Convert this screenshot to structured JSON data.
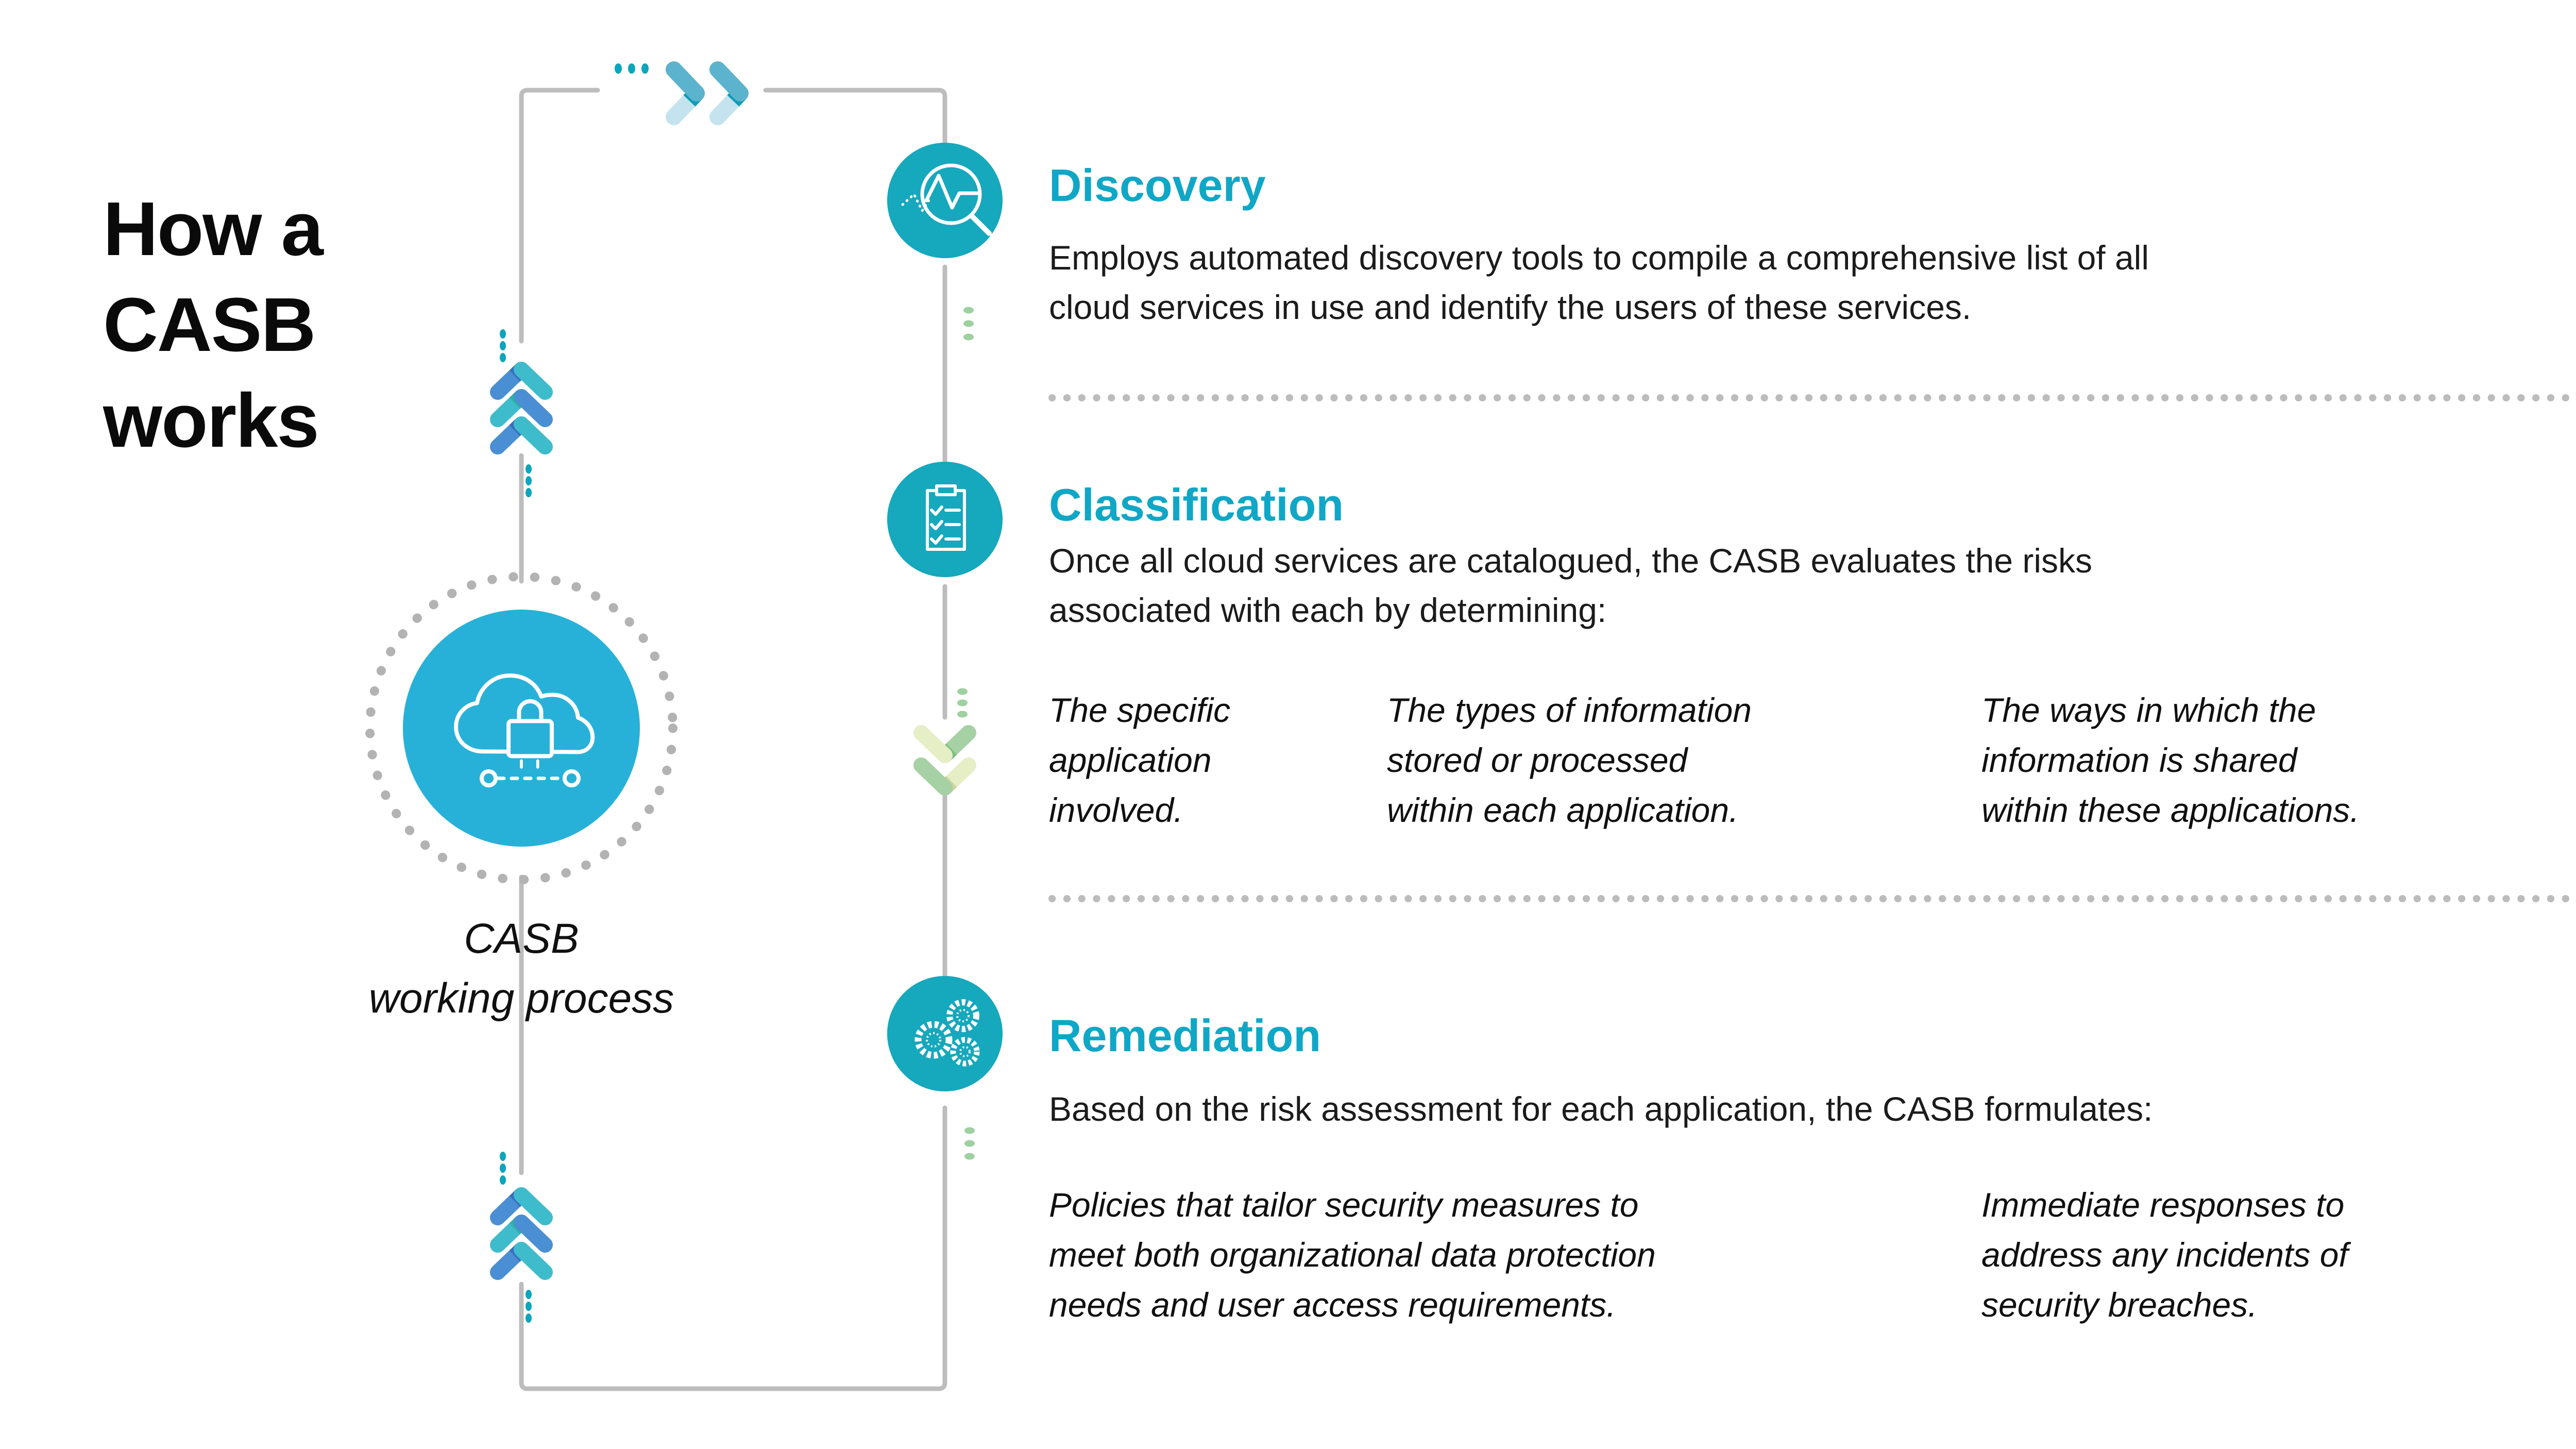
{
  "title": {
    "line1": "How a",
    "line2": "CASB",
    "line3": "works"
  },
  "center_node": {
    "label_line1": "CASB",
    "label_line2": "working process",
    "icon": "cloud-lock-icon"
  },
  "colors": {
    "accent_teal": "#10a7c7",
    "node_teal": "#16a8bd",
    "node_center": "#28b1d8",
    "line_gray": "#bdbdbd",
    "dot_teal": "#0ba6bc",
    "dot_green": "#9ed0a0",
    "chevron_blue": "#4a8fd3",
    "chevron_teal": "#3fbccb",
    "chevron_dark_blue": "#3a6ec2",
    "chevron_dark_teal": "#2fb2a5",
    "chevron_pale_green": "#e6eec6",
    "chevron_green": "#a5d1a4",
    "chevron_dark_green": "#7ebf85",
    "chevron_dark_olive": "#cbd59c",
    "chevron_mid_teal": "#5cb3cd",
    "chevron_light_blue": "#c5e3ef",
    "chevron_deep_teal": "#0d9db9",
    "text_dark": "#1b1b1b"
  },
  "sections": {
    "discovery": {
      "heading": "Discovery",
      "icon": "magnifier-pulse-icon",
      "body_line1": "Employs automated discovery tools to compile a comprehensive list of all",
      "body_line2": "cloud services in use and identify the users of these services."
    },
    "classification": {
      "heading": "Classification",
      "icon": "checklist-icon",
      "body_line1": "Once all cloud services are catalogued, the CASB evaluates the risks",
      "body_line2": "associated with each by determining:",
      "columns": [
        {
          "line1": "The specific",
          "line2": "application",
          "line3": "involved."
        },
        {
          "line1": "The types of information",
          "line2": "stored or processed",
          "line3": "within each application."
        },
        {
          "line1": "The ways in which the",
          "line2": "information is shared",
          "line3": "within these applications."
        }
      ]
    },
    "remediation": {
      "heading": "Remediation",
      "icon": "gears-icon",
      "body_line1": "Based on the risk assessment for each application, the CASB formulates:",
      "columns": [
        {
          "line1": "Policies that tailor security measures to",
          "line2": "meet both organizational data protection",
          "line3": "needs and user access requirements."
        },
        {
          "line1": "Immediate responses to",
          "line2": "address any incidents of",
          "line3": "security breaches."
        }
      ]
    }
  }
}
